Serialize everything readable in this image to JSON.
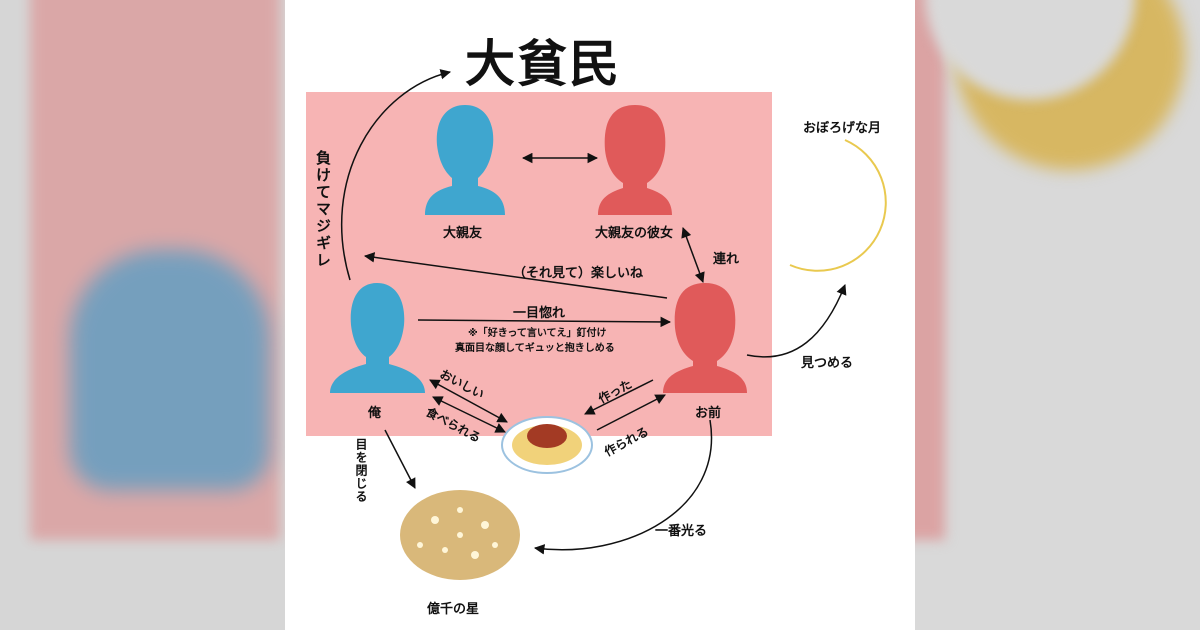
{
  "title": "大貧民",
  "people": {
    "best_friend": "大親友",
    "best_friend_girlfriend": "大親友の彼女",
    "me": "俺",
    "you": "お前"
  },
  "objects": {
    "moon": "おぼろげな月",
    "stars": "億千の星"
  },
  "relations": {
    "take_along": "連れ",
    "watching": "（それ見て）楽しいね",
    "love_at_first_sight": "一目惚れ",
    "note_line1": "※「好きって言いてえ」釘付け",
    "note_line2": "真面目な顔してギュッと抱きしめる",
    "lose_mad": "負けてマジギレ",
    "delicious": "おいしい",
    "can_eat": "食べられる",
    "made": "作った",
    "can_make": "作られる",
    "close_eyes": "目を閉じる",
    "gaze": "見つめる",
    "shines_most": "一番光る"
  },
  "colors": {
    "pink_box": "#f7b4b4",
    "blue_person": "#3fa6cf",
    "red_person": "#e05a5a",
    "moon": "#f3da6a",
    "stars": "#d9b87a"
  },
  "icons": [
    "person-blue-icon",
    "person-red-icon",
    "moon-icon",
    "stars-icon",
    "spaghetti-icon"
  ]
}
